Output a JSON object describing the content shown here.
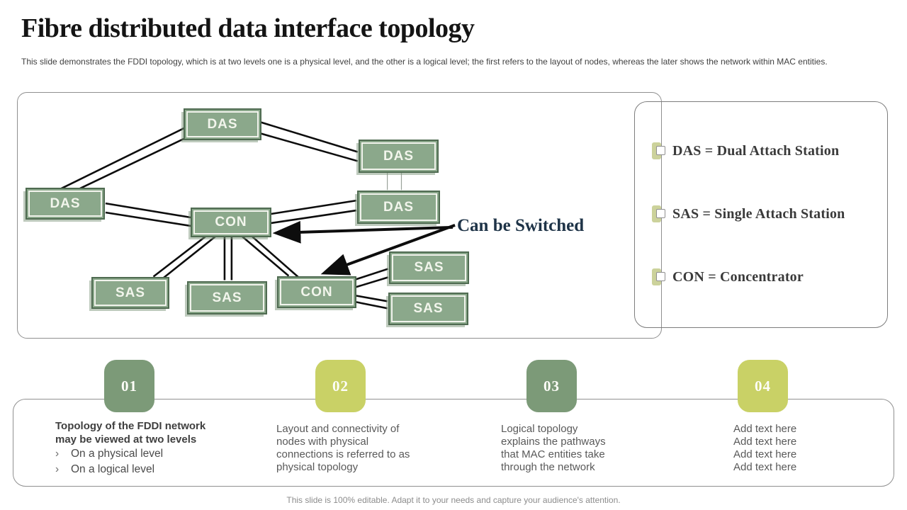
{
  "slide": {
    "title": "Fibre distributed data interface topology",
    "subtitle": "This slide demonstrates the FDDI topology, which is at two levels one is a physical level, and the other is a logical level; the first refers to the layout of nodes, whereas the later shows the network within MAC entities.",
    "footer": "This slide is 100% editable. Adapt it to your needs and capture your audience's attention."
  },
  "diagram": {
    "annotation": "Can be Switched",
    "nodes": [
      {
        "id": "das-top",
        "label": "DAS"
      },
      {
        "id": "das-right-top",
        "label": "DAS"
      },
      {
        "id": "das-left",
        "label": "DAS"
      },
      {
        "id": "das-right-mid",
        "label": "DAS"
      },
      {
        "id": "con-center",
        "label": "CON"
      },
      {
        "id": "sas-left",
        "label": "SAS"
      },
      {
        "id": "sas-mid",
        "label": "SAS"
      },
      {
        "id": "con-right",
        "label": "CON"
      },
      {
        "id": "sas-right-top",
        "label": "SAS"
      },
      {
        "id": "sas-right-bottom",
        "label": "SAS"
      }
    ]
  },
  "legend": {
    "items": [
      {
        "label": "DAS = Dual Attach Station"
      },
      {
        "label": "SAS = Single Attach Station"
      },
      {
        "label": "CON = Concentrator"
      }
    ]
  },
  "steps_section": {
    "bullet_char": "›",
    "steps": [
      {
        "number": "01",
        "badge_color": "#7c9a78",
        "heading_lines": [
          "Topology of the FDDI network",
          "may be viewed at two levels"
        ],
        "bullets": [
          "On a physical level",
          "On a logical level"
        ]
      },
      {
        "number": "02",
        "badge_color": "#c9d166",
        "lines": [
          "Layout and connectivity of",
          "nodes with physical",
          "connections is referred to as",
          "physical topology"
        ]
      },
      {
        "number": "03",
        "badge_color": "#7c9a78",
        "lines": [
          "Logical topology",
          "explains the pathways",
          "that MAC entities take",
          "through the network"
        ]
      },
      {
        "number": "04",
        "badge_color": "#c9d166",
        "lines": [
          "Add text here",
          "Add text here",
          "Add text here",
          "Add text here"
        ]
      }
    ]
  },
  "colors": {
    "node_fill": "#8ba88b",
    "node_border": "#4f6b51",
    "accent_dark_green": "#7c9a78",
    "accent_yellow_green": "#c9d166",
    "annotation_navy": "#1e3347",
    "legend_bullet_olive": "#ccd29b"
  }
}
